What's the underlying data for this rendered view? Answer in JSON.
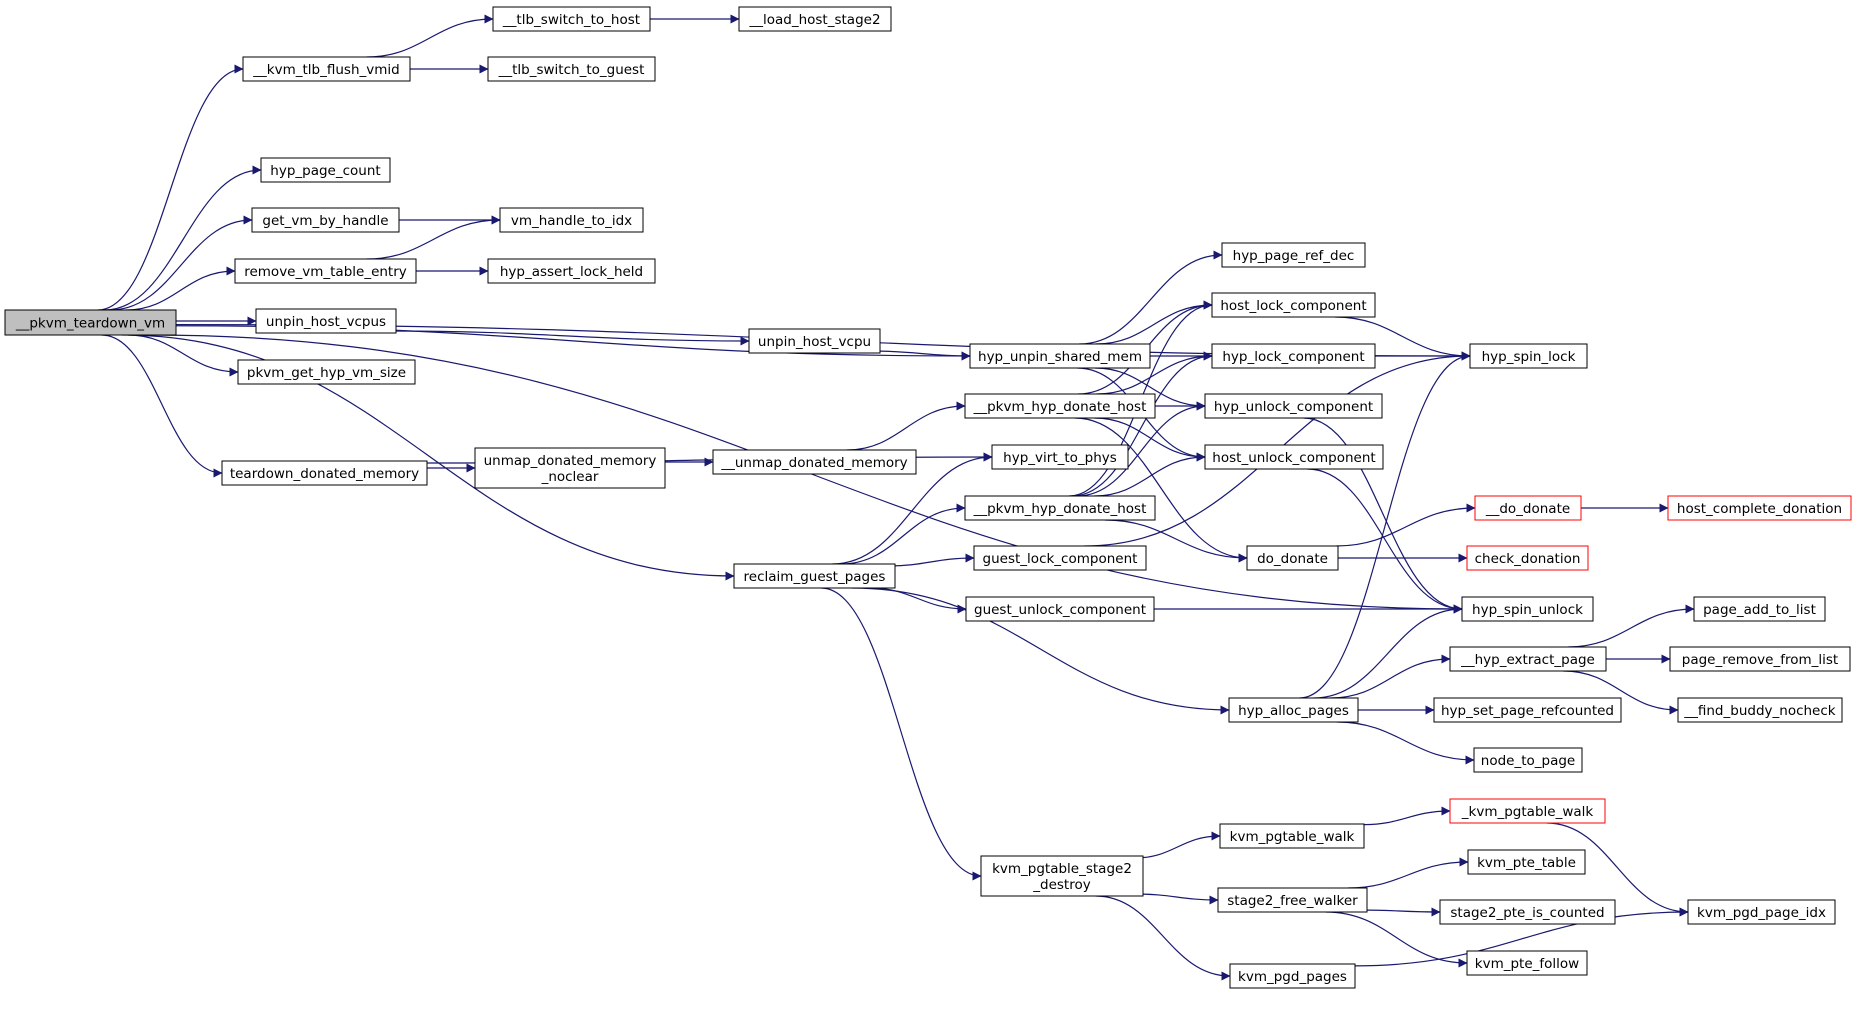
{
  "colors": {
    "edge": "#191970",
    "node_border": "#000000",
    "node_border_incomplete": "#ff0000",
    "root_fill": "#bfbfbf",
    "node_fill": "#ffffff"
  },
  "nodes": [
    {
      "id": "root",
      "label": "__pkvm_teardown_vm",
      "root": true
    },
    {
      "id": "kvm_tlb_flush_vmid",
      "label": "__kvm_tlb_flush_vmid"
    },
    {
      "id": "tlb_switch_to_host",
      "label": "__tlb_switch_to_host"
    },
    {
      "id": "load_host_stage2",
      "label": "__load_host_stage2"
    },
    {
      "id": "tlb_switch_to_guest",
      "label": "__tlb_switch_to_guest"
    },
    {
      "id": "hyp_page_count",
      "label": "hyp_page_count"
    },
    {
      "id": "get_vm_by_handle",
      "label": "get_vm_by_handle"
    },
    {
      "id": "vm_handle_to_idx",
      "label": "vm_handle_to_idx"
    },
    {
      "id": "remove_vm_table_entry",
      "label": "remove_vm_table_entry"
    },
    {
      "id": "hyp_assert_lock_held",
      "label": "hyp_assert_lock_held"
    },
    {
      "id": "unpin_host_vcpus",
      "label": "unpin_host_vcpus"
    },
    {
      "id": "unpin_host_vcpu",
      "label": "unpin_host_vcpu"
    },
    {
      "id": "pkvm_get_hyp_vm_size",
      "label": "pkvm_get_hyp_vm_size"
    },
    {
      "id": "teardown_donated_memory",
      "label": "teardown_donated_memory"
    },
    {
      "id": "unmap_donated_memory_noclear",
      "label": "unmap_donated_memory\n_noclear"
    },
    {
      "id": "unmap_donated_memory",
      "label": "__unmap_donated_memory"
    },
    {
      "id": "hyp_unpin_shared_mem",
      "label": "hyp_unpin_shared_mem"
    },
    {
      "id": "pkvm_hyp_donate_host_1",
      "label": "__pkvm_hyp_donate_host"
    },
    {
      "id": "hyp_virt_to_phys",
      "label": "hyp_virt_to_phys"
    },
    {
      "id": "pkvm_hyp_donate_host_2",
      "label": "__pkvm_hyp_donate_host"
    },
    {
      "id": "reclaim_guest_pages",
      "label": "reclaim_guest_pages"
    },
    {
      "id": "guest_lock_component",
      "label": "guest_lock_component"
    },
    {
      "id": "guest_unlock_component",
      "label": "guest_unlock_component"
    },
    {
      "id": "hyp_page_ref_dec",
      "label": "hyp_page_ref_dec"
    },
    {
      "id": "host_lock_component",
      "label": "host_lock_component"
    },
    {
      "id": "hyp_lock_component",
      "label": "hyp_lock_component"
    },
    {
      "id": "hyp_unlock_component",
      "label": "hyp_unlock_component"
    },
    {
      "id": "host_unlock_component",
      "label": "host_unlock_component"
    },
    {
      "id": "do_donate",
      "label": "do_donate"
    },
    {
      "id": "hyp_spin_lock",
      "label": "hyp_spin_lock"
    },
    {
      "id": "hyp_spin_unlock",
      "label": "hyp_spin_unlock"
    },
    {
      "id": "__do_donate",
      "label": "__do_donate",
      "incomplete": true
    },
    {
      "id": "check_donation",
      "label": "check_donation",
      "incomplete": true
    },
    {
      "id": "host_complete_donation",
      "label": "host_complete_donation",
      "incomplete": true
    },
    {
      "id": "hyp_alloc_pages",
      "label": "hyp_alloc_pages"
    },
    {
      "id": "hyp_extract_page",
      "label": "__hyp_extract_page"
    },
    {
      "id": "hyp_set_page_refcounted",
      "label": "hyp_set_page_refcounted"
    },
    {
      "id": "node_to_page",
      "label": "node_to_page"
    },
    {
      "id": "page_add_to_list",
      "label": "page_add_to_list"
    },
    {
      "id": "page_remove_from_list",
      "label": "page_remove_from_list"
    },
    {
      "id": "find_buddy_nocheck",
      "label": "__find_buddy_nocheck"
    },
    {
      "id": "kvm_pgtable_stage2_destroy",
      "label": "kvm_pgtable_stage2\n_destroy"
    },
    {
      "id": "kvm_pgtable_walk",
      "label": "kvm_pgtable_walk"
    },
    {
      "id": "_kvm_pgtable_walk",
      "label": "_kvm_pgtable_walk",
      "incomplete": true
    },
    {
      "id": "stage2_free_walker",
      "label": "stage2_free_walker"
    },
    {
      "id": "kvm_pte_table",
      "label": "kvm_pte_table"
    },
    {
      "id": "stage2_pte_is_counted",
      "label": "stage2_pte_is_counted"
    },
    {
      "id": "kvm_pte_follow",
      "label": "kvm_pte_follow"
    },
    {
      "id": "kvm_pgd_pages",
      "label": "kvm_pgd_pages"
    },
    {
      "id": "kvm_pgd_page_idx",
      "label": "kvm_pgd_page_idx"
    }
  ],
  "edges": [
    [
      "root",
      "kvm_tlb_flush_vmid"
    ],
    [
      "root",
      "hyp_spin_lock"
    ],
    [
      "root",
      "hyp_page_count"
    ],
    [
      "root",
      "get_vm_by_handle"
    ],
    [
      "root",
      "remove_vm_table_entry"
    ],
    [
      "root",
      "unpin_host_vcpus"
    ],
    [
      "root",
      "pkvm_get_hyp_vm_size"
    ],
    [
      "root",
      "hyp_unpin_shared_mem"
    ],
    [
      "root",
      "teardown_donated_memory"
    ],
    [
      "root",
      "reclaim_guest_pages"
    ],
    [
      "root",
      "hyp_spin_unlock"
    ],
    [
      "kvm_tlb_flush_vmid",
      "tlb_switch_to_host"
    ],
    [
      "kvm_tlb_flush_vmid",
      "tlb_switch_to_guest"
    ],
    [
      "tlb_switch_to_host",
      "load_host_stage2"
    ],
    [
      "get_vm_by_handle",
      "vm_handle_to_idx"
    ],
    [
      "remove_vm_table_entry",
      "vm_handle_to_idx"
    ],
    [
      "remove_vm_table_entry",
      "hyp_assert_lock_held"
    ],
    [
      "unpin_host_vcpus",
      "unpin_host_vcpu"
    ],
    [
      "unpin_host_vcpu",
      "hyp_unpin_shared_mem"
    ],
    [
      "teardown_donated_memory",
      "unmap_donated_memory_noclear"
    ],
    [
      "teardown_donated_memory",
      "hyp_virt_to_phys"
    ],
    [
      "unmap_donated_memory_noclear",
      "unmap_donated_memory"
    ],
    [
      "unmap_donated_memory",
      "pkvm_hyp_donate_host_1"
    ],
    [
      "hyp_unpin_shared_mem",
      "hyp_page_ref_dec"
    ],
    [
      "hyp_unpin_shared_mem",
      "host_lock_component"
    ],
    [
      "hyp_unpin_shared_mem",
      "hyp_lock_component"
    ],
    [
      "hyp_unpin_shared_mem",
      "hyp_unlock_component"
    ],
    [
      "hyp_unpin_shared_mem",
      "host_unlock_component"
    ],
    [
      "pkvm_hyp_donate_host_1",
      "host_lock_component"
    ],
    [
      "pkvm_hyp_donate_host_1",
      "hyp_lock_component"
    ],
    [
      "pkvm_hyp_donate_host_1",
      "hyp_unlock_component"
    ],
    [
      "pkvm_hyp_donate_host_1",
      "host_unlock_component"
    ],
    [
      "pkvm_hyp_donate_host_1",
      "do_donate"
    ],
    [
      "pkvm_hyp_donate_host_2",
      "host_lock_component"
    ],
    [
      "pkvm_hyp_donate_host_2",
      "hyp_lock_component"
    ],
    [
      "pkvm_hyp_donate_host_2",
      "hyp_unlock_component"
    ],
    [
      "pkvm_hyp_donate_host_2",
      "host_unlock_component"
    ],
    [
      "pkvm_hyp_donate_host_2",
      "do_donate"
    ],
    [
      "reclaim_guest_pages",
      "hyp_virt_to_phys"
    ],
    [
      "reclaim_guest_pages",
      "pkvm_hyp_donate_host_2"
    ],
    [
      "reclaim_guest_pages",
      "guest_lock_component"
    ],
    [
      "reclaim_guest_pages",
      "guest_unlock_component"
    ],
    [
      "reclaim_guest_pages",
      "hyp_alloc_pages"
    ],
    [
      "reclaim_guest_pages",
      "kvm_pgtable_stage2_destroy"
    ],
    [
      "guest_lock_component",
      "hyp_spin_lock"
    ],
    [
      "guest_unlock_component",
      "hyp_spin_unlock"
    ],
    [
      "host_lock_component",
      "hyp_spin_lock"
    ],
    [
      "hyp_lock_component",
      "hyp_spin_lock"
    ],
    [
      "hyp_unlock_component",
      "hyp_spin_unlock"
    ],
    [
      "host_unlock_component",
      "hyp_spin_unlock"
    ],
    [
      "do_donate",
      "__do_donate"
    ],
    [
      "do_donate",
      "check_donation"
    ],
    [
      "__do_donate",
      "host_complete_donation"
    ],
    [
      "hyp_alloc_pages",
      "hyp_spin_lock"
    ],
    [
      "hyp_alloc_pages",
      "hyp_spin_unlock"
    ],
    [
      "hyp_alloc_pages",
      "hyp_extract_page"
    ],
    [
      "hyp_alloc_pages",
      "hyp_set_page_refcounted"
    ],
    [
      "hyp_alloc_pages",
      "node_to_page"
    ],
    [
      "hyp_extract_page",
      "page_add_to_list"
    ],
    [
      "hyp_extract_page",
      "page_remove_from_list"
    ],
    [
      "hyp_extract_page",
      "find_buddy_nocheck"
    ],
    [
      "kvm_pgtable_stage2_destroy",
      "kvm_pgtable_walk"
    ],
    [
      "kvm_pgtable_stage2_destroy",
      "stage2_free_walker"
    ],
    [
      "kvm_pgtable_stage2_destroy",
      "kvm_pgd_pages"
    ],
    [
      "kvm_pgtable_walk",
      "_kvm_pgtable_walk"
    ],
    [
      "_kvm_pgtable_walk",
      "kvm_pgd_page_idx"
    ],
    [
      "stage2_free_walker",
      "kvm_pte_table"
    ],
    [
      "stage2_free_walker",
      "stage2_pte_is_counted"
    ],
    [
      "stage2_free_walker",
      "kvm_pte_follow"
    ],
    [
      "kvm_pgd_pages",
      "kvm_pgd_page_idx"
    ]
  ]
}
